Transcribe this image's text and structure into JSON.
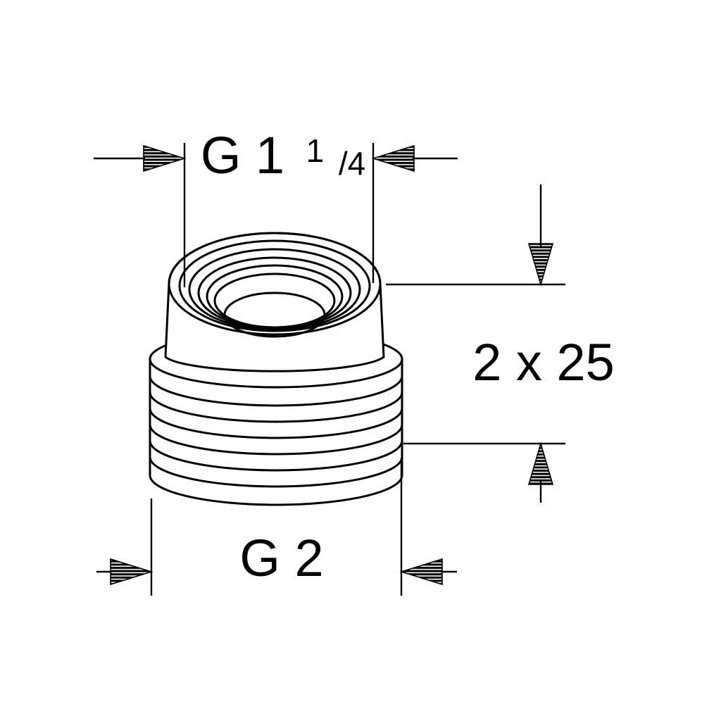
{
  "diagram": {
    "kind": "technical line drawing of a threaded pipe adapter",
    "colors": {
      "ink": "#000000",
      "background": "#ffffff"
    }
  },
  "dimensions": {
    "top_thread": {
      "label": "G 1 1/4",
      "main": "G 1",
      "fraction_numerator": "1",
      "fraction_denominator": "/4"
    },
    "side_length": {
      "label": "2 x 25"
    },
    "bottom_thread": {
      "label": "G 2"
    }
  }
}
